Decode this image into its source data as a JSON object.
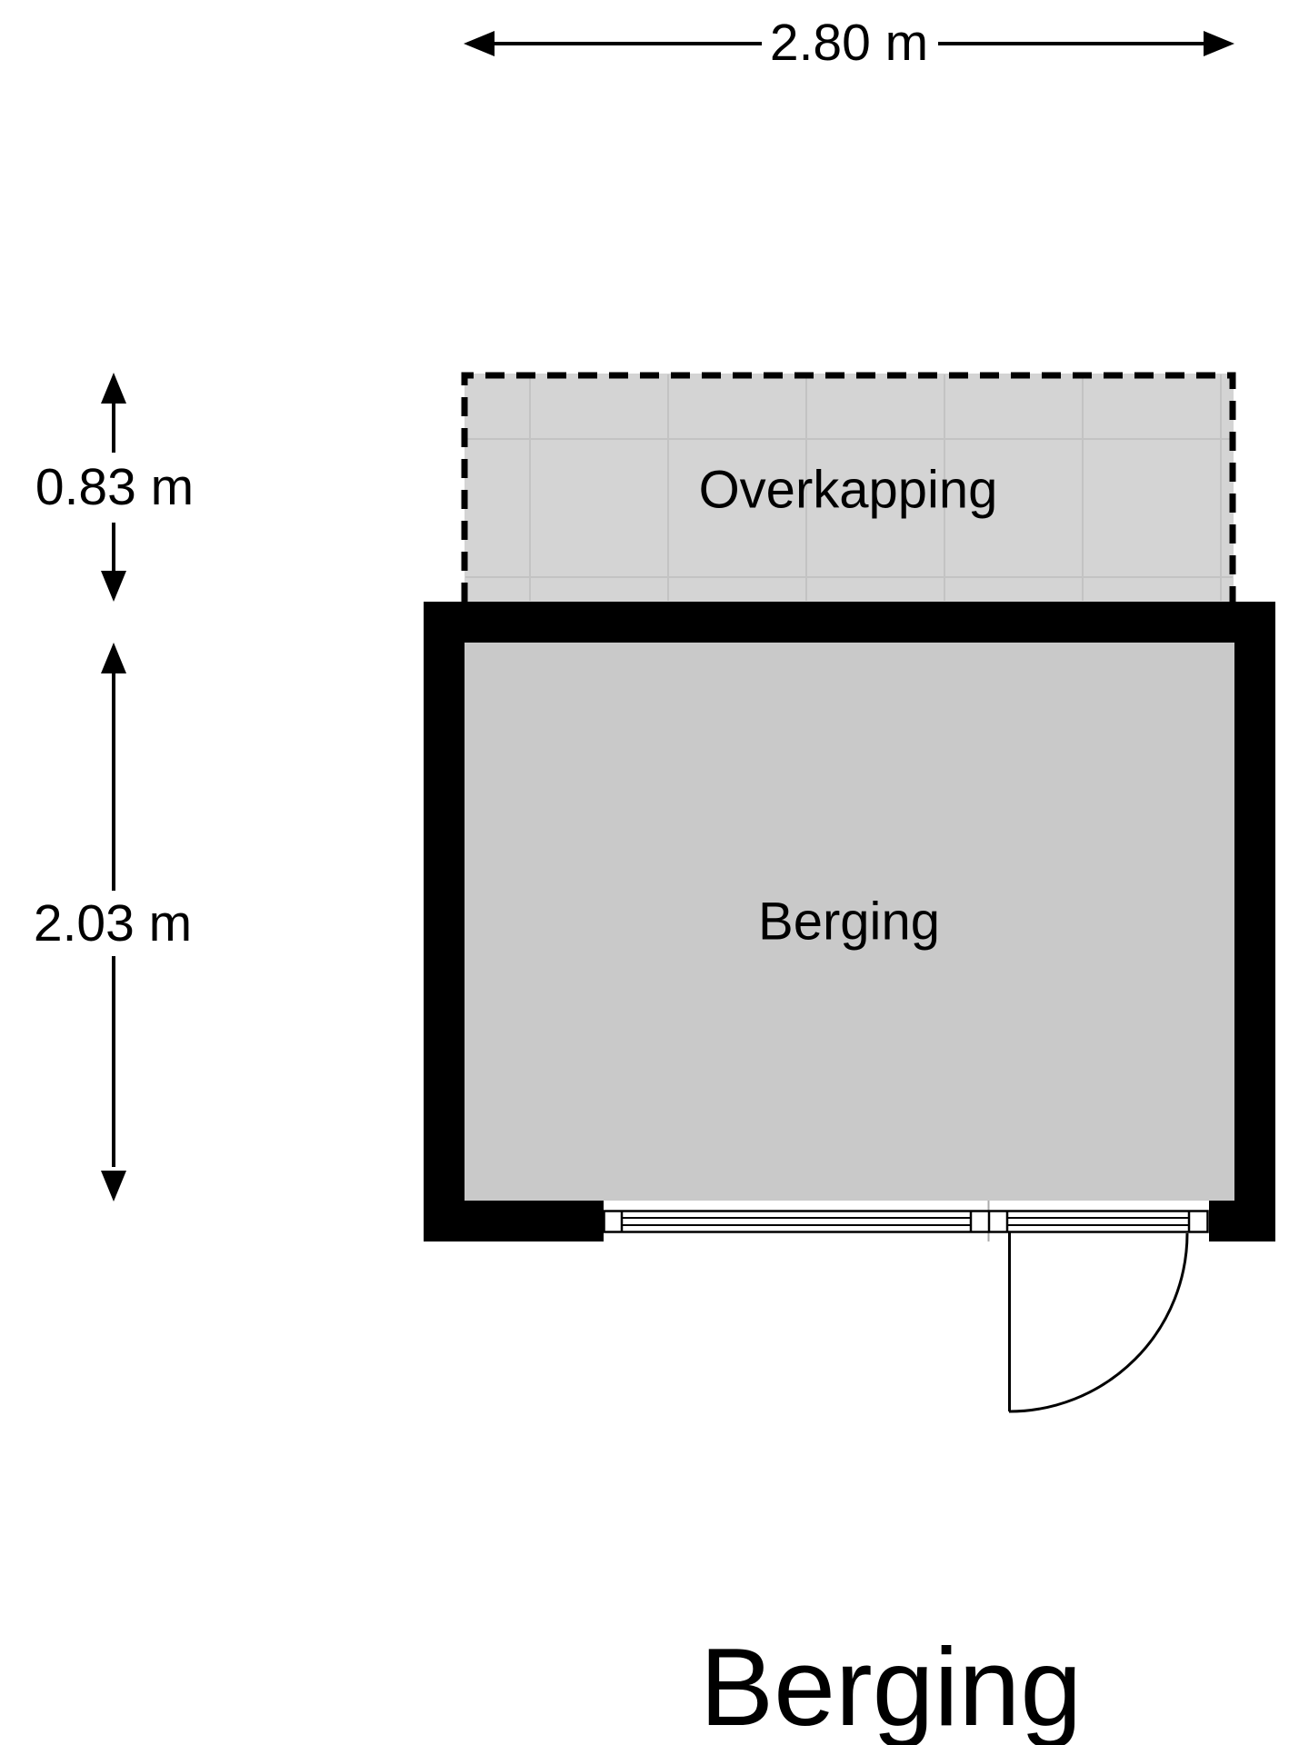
{
  "plan": {
    "title": "Berging",
    "rooms": [
      {
        "label": "Overkapping"
      },
      {
        "label": "Berging"
      }
    ],
    "dimensions": {
      "total_width": "2.80 m",
      "overkapping_depth": "0.83 m",
      "berging_depth": "2.03 m"
    },
    "colors": {
      "background": "#ffffff",
      "wall": "#000000",
      "overkapping_fill": "#d4d4d4",
      "overkapping_grid": "#c3c3c3",
      "berging_fill": "#c9c9c9",
      "frame_white": "#ffffff",
      "separator_gray": "#ababab"
    }
  }
}
